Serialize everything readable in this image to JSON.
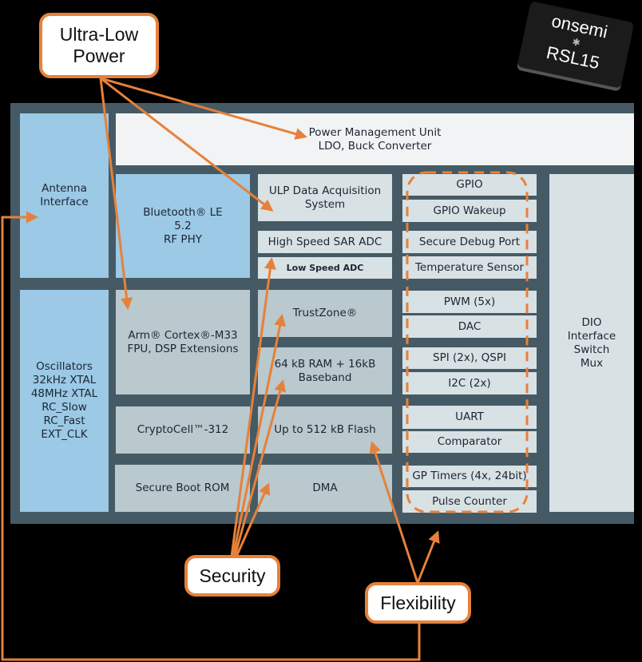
{
  "chip": {
    "brand": "onsemi",
    "bluetooth_icon": "bluetooth-icon",
    "part": "RSL15"
  },
  "callouts": {
    "ultra_low_power": "Ultra-Low\nPower",
    "security": "Security",
    "flexibility": "Flexibility"
  },
  "blocks": {
    "antenna": "Antenna\nInterface",
    "pmu": "Power Management Unit\nLDO, Buck Converter",
    "bluetooth": "Bluetooth® LE\n5.2\nRF PHY",
    "ulp_daq": "ULP Data Acquisition\nSystem",
    "hs_adc": "High Speed SAR ADC",
    "ls_adc": "Low Speed ADC",
    "oscillators": "Oscillators\n32kHz XTAL\n48MHz XTAL\nRC_Slow\nRC_Fast\nEXT_CLK",
    "cortex": "Arm® Cortex®-M33\nFPU, DSP Extensions",
    "trustzone": "TrustZone®",
    "ram": "64 kB RAM + 16kB\nBaseband",
    "cryptocell": "CryptoCell™-312",
    "flash": "Up to 512 kB Flash",
    "secure_boot": "Secure Boot ROM",
    "dma": "DMA",
    "dio": "DIO\nInterface\nSwitch\nMux"
  },
  "peripherals": [
    "GPIO",
    "GPIO Wakeup",
    "Secure Debug Port",
    "Temperature Sensor",
    "PWM (5x)",
    "DAC",
    "SPI (2x), QSPI",
    "I2C (2x)",
    "UART",
    "Comparator",
    "GP Timers (4x, 24bit)",
    "Pulse Counter"
  ],
  "colors": {
    "accent": "#e6813a",
    "panel": "#455a64",
    "blue": "#9bc9e6",
    "gray": "#b9c9ce"
  }
}
